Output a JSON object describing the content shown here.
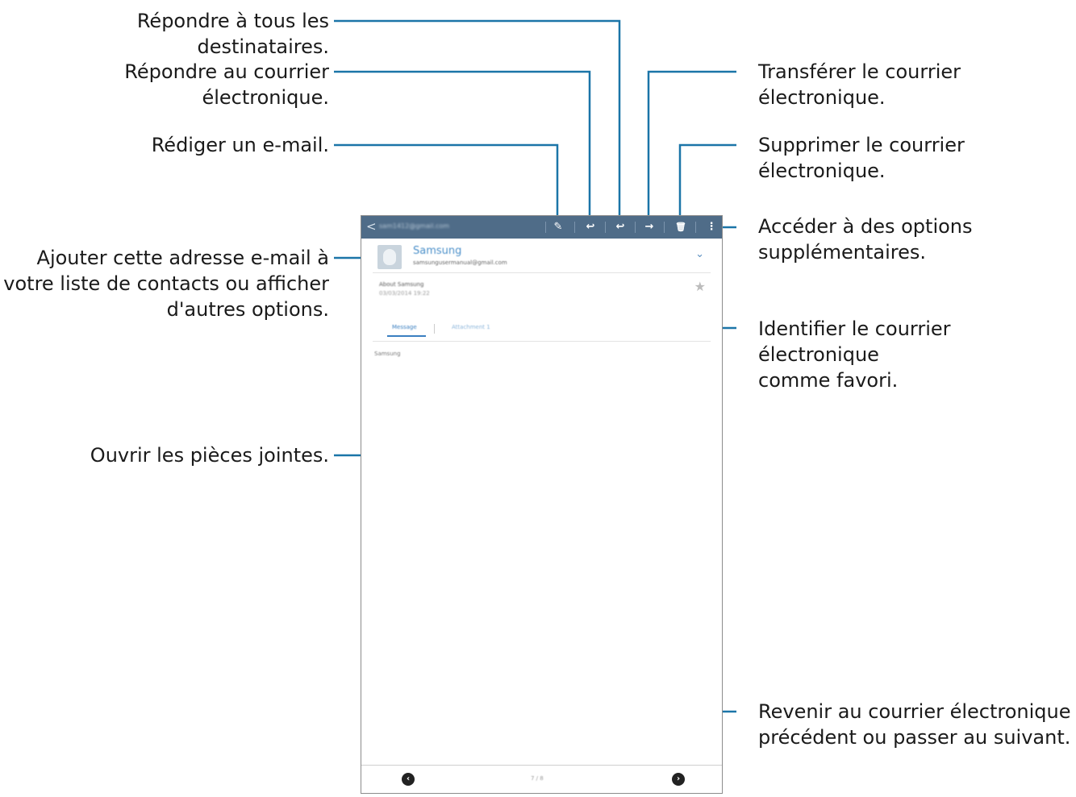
{
  "callouts": {
    "reply_all": "Répondre à tous les destinataires.",
    "reply": "Répondre au courrier\nélectronique.",
    "compose": "Rédiger un e-mail.",
    "add_contact": "Ajouter cette adresse e-mail à\nvotre liste de contacts ou afficher\nd'autres options.",
    "attachments": "Ouvrir les pièces jointes.",
    "forward": "Transférer le courrier\nélectronique.",
    "delete": "Supprimer le courrier\nélectronique.",
    "more_options": "Accéder à des options\nsupplémentaires.",
    "favorite": "Identifier le courrier électronique\ncomme favori.",
    "prev_next": "Revenir au courrier électronique\nprécédent ou passer au suivant."
  },
  "screen": {
    "action_bar": {
      "back_glyph": "<",
      "account": "sam1412@gmail.com",
      "icons": {
        "compose": "✎",
        "reply": "↩",
        "reply_all": "↩",
        "forward": "→",
        "delete": "🗑",
        "more": "⋮"
      }
    },
    "sender": {
      "name": "Samsung",
      "email": "samsungusermanual@gmail.com",
      "expand_glyph": "⌄"
    },
    "message": {
      "subject": "About Samsung",
      "date": "03/03/2014 19:22",
      "star_glyph": "★",
      "tab_message": "Message",
      "tab_attachment": "Attachment 1",
      "body": "Samsung"
    },
    "footer": {
      "prev_glyph": "‹",
      "next_glyph": "›",
      "page": "7 / 8"
    }
  },
  "colors": {
    "leader": "#1b75a8",
    "action_bar": "#4f6c88",
    "accent": "#3a7fc0"
  }
}
